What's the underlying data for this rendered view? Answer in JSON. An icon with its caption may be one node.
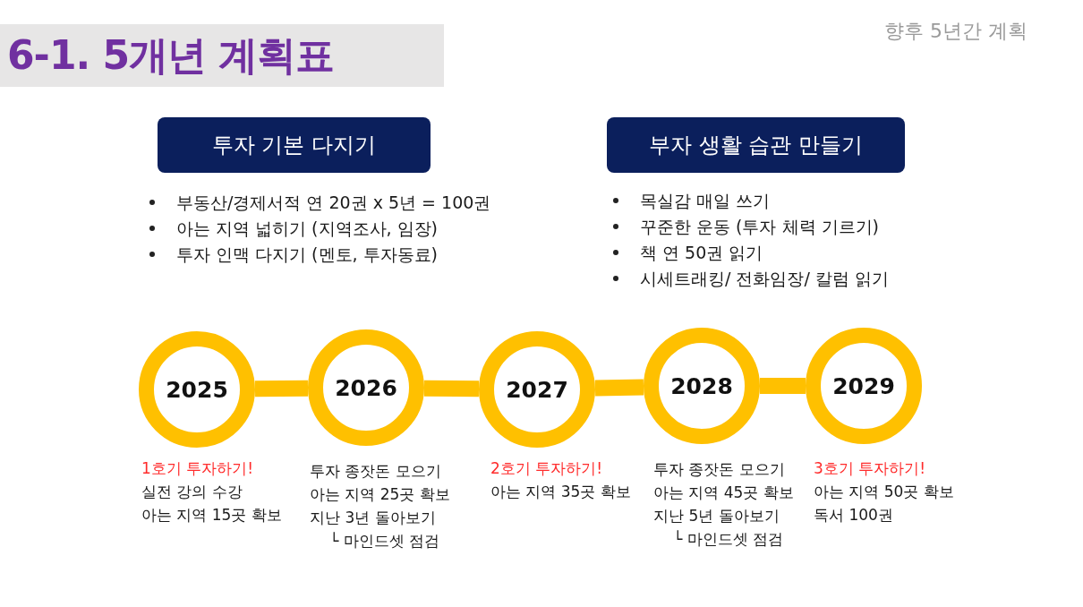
{
  "diagram": {
    "title": "6-1. 5개년 계획표",
    "nodes": [
      {
        "text": [
          "투자 기본 다지기"
        ],
        "beside": [
          "부동산/경제서적 연 20권 x 5년 = 100권",
          "아는 지역 넓히기 (지역조사, 임장)",
          "투자 인맥 다지기 (멘토, 투자동료)"
        ]
      },
      {
        "text": [
          "부자 생활 습관 만들기"
        ],
        "beside": [
          "목실감 매일 쓰기",
          "꾸준한 운동 (투자 체력 기르기)",
          "책 연 50권 읽기",
          "시세트래킹/ 전화임장/ 칼럼 읽기"
        ]
      },
      {
        "text": [
          "2025"
        ],
        "beside": [
          "1호기 투자하기!",
          "실전 강의 수강",
          "아는 지역 15곳 확보"
        ]
      },
      {
        "text": [
          "2026"
        ],
        "beside": [
          "투자 종잣돈 모으기",
          "아는 지역 25곳 확보",
          "지난 3년 돌아보기",
          "└ 마인드셋 점검"
        ]
      },
      {
        "text": [
          "2027"
        ],
        "beside": [
          "2호기 투자하기!",
          "아는 지역 35곳 확보"
        ]
      },
      {
        "text": [
          "2028"
        ],
        "beside": [
          "투자 종잣돈 모으기",
          "아는 지역 45곳 확보",
          "지난 5년 돌아보기",
          "└ 마인드셋 점검"
        ]
      },
      {
        "text": [
          "2029"
        ],
        "beside": [
          "3호기 투자하기!",
          "아는 지역 50곳 확보",
          "독서 100권"
        ]
      }
    ],
    "edges": [
      {
        "from": 2,
        "to": 3,
        "arrow": "none"
      },
      {
        "from": 3,
        "to": 4,
        "arrow": "none"
      },
      {
        "from": 4,
        "to": 5,
        "arrow": "none"
      },
      {
        "from": 5,
        "to": 6,
        "arrow": "none"
      }
    ],
    "labels": [
      "향후 5년간 계획"
    ]
  }
}
